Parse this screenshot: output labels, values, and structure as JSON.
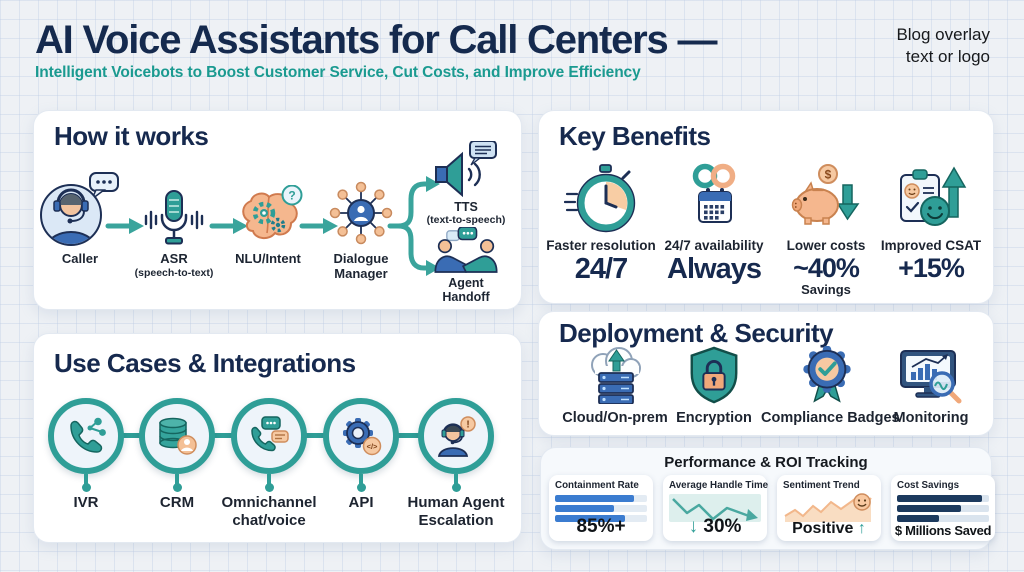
{
  "header": {
    "title": "AI Voice Assistants for Call Centers —",
    "subtitle": "Intelligent Voicebots to Boost Customer Service, Cut Costs, and Improve Efficiency",
    "note_line1": "Blog overlay",
    "note_line2": "text or logo"
  },
  "colors": {
    "navy": "#16294e",
    "teal": "#2f9e97",
    "blue": "#3a6cb4",
    "peach": "#f5b78e",
    "bar_blue": "#3b7cd0",
    "bar_navy": "#1c3a5e",
    "background": "#eef1f5"
  },
  "how_it_works": {
    "title": "How it works",
    "steps": [
      {
        "label": "Caller",
        "icon": "caller-icon"
      },
      {
        "label": "ASR",
        "sublabel": "(speech-to-text)",
        "icon": "microphone-icon"
      },
      {
        "label": "NLU/Intent",
        "icon": "brain-icon"
      },
      {
        "label": "Dialogue",
        "sublabel": "Manager",
        "icon": "network-icon"
      }
    ],
    "outputs": [
      {
        "label": "TTS",
        "sublabel": "(text-to-speech)",
        "icon": "speaker-icon"
      },
      {
        "label": "Agent",
        "sublabel": "Handoff",
        "icon": "handshake-icon"
      }
    ]
  },
  "use_cases": {
    "title": "Use Cases & Integrations",
    "items": [
      {
        "label": "IVR",
        "icon": "phone-share-icon"
      },
      {
        "label": "CRM",
        "icon": "database-user-icon"
      },
      {
        "label": "Omnichannel",
        "sublabel": "chat/voice",
        "icon": "phone-chat-icon"
      },
      {
        "label": "API",
        "icon": "gear-code-icon"
      },
      {
        "label": "Human Agent",
        "sublabel": "Escalation",
        "icon": "agent-alert-icon"
      }
    ]
  },
  "key_benefits": {
    "title": "Key Benefits",
    "items": [
      {
        "label": "Faster resolution",
        "value": "24/7",
        "icon": "stopwatch-icon"
      },
      {
        "label": "24/7 availability",
        "value": "Always",
        "icon": "infinity-calendar-icon"
      },
      {
        "label": "Lower costs",
        "value": "~40%",
        "subvalue": "Savings",
        "icon": "piggy-bank-icon"
      },
      {
        "label": "Improved CSAT",
        "value": "+15%",
        "icon": "csat-smiley-icon"
      }
    ]
  },
  "deployment_security": {
    "title": "Deployment & Security",
    "items": [
      {
        "label": "Cloud/On-prem",
        "icon": "cloud-server-icon"
      },
      {
        "label": "Encryption",
        "icon": "shield-lock-icon"
      },
      {
        "label": "Compliance Badges",
        "icon": "badge-check-icon"
      },
      {
        "label": "Monitoring",
        "icon": "monitor-magnifier-icon"
      }
    ]
  },
  "performance": {
    "title": "Performance & ROI Tracking",
    "cards": [
      {
        "label": "Containment Rate",
        "value": "85%+",
        "chart": {
          "type": "bar",
          "values_pct": [
            86,
            64,
            76
          ]
        }
      },
      {
        "label": "Average Handle Time",
        "arrow": "↓",
        "value": "30%",
        "chart": {
          "type": "line",
          "trend": "down"
        }
      },
      {
        "label": "Sentiment Trend",
        "value": "Positive",
        "arrow": "↑",
        "chart": {
          "type": "area",
          "trend": "up"
        }
      },
      {
        "label": "Cost Savings",
        "value": "$ Millions Saved",
        "chart": {
          "type": "bar",
          "values_pct": [
            92,
            70,
            46
          ]
        }
      }
    ]
  },
  "icon_glyphs": {
    "question": "?",
    "exclamation": "!",
    "dollar": "$",
    "code": "</>"
  }
}
